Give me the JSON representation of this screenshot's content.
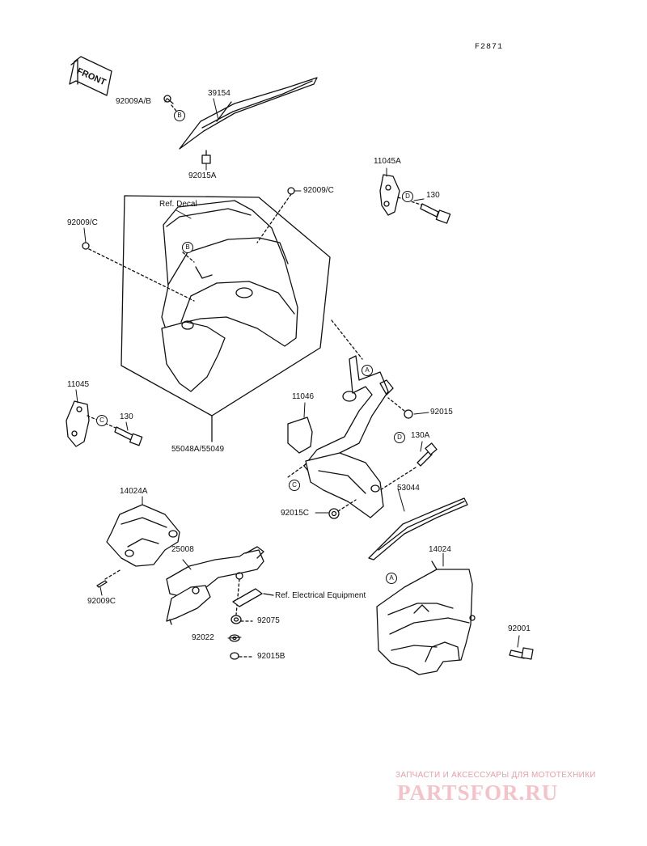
{
  "figure_code": "F2871",
  "front_label": "FRONT",
  "callouts": {
    "p39154": "39154",
    "p92009ab": "92009A/B",
    "p92015a": "92015A",
    "p11045a": "11045A",
    "p92009c_top": "92009/C",
    "p130_top": "130",
    "ref_decal": "Ref. Decal",
    "p92009c_left": "92009/C",
    "p11045": "11045",
    "p130_left": "130",
    "p55048": "55048A/55049",
    "p11046": "11046",
    "p92015": "92015",
    "p130a": "130A",
    "p53044": "53044",
    "p92015c": "92015C",
    "p14024a": "14024A",
    "p25008": "25008",
    "ref_elec": "Ref. Electrical Equipment",
    "p92009c_bot": "92009C",
    "p92075": "92075",
    "p92022": "92022",
    "p92015b": "92015B",
    "p14024": "14024",
    "p92001": "92001"
  },
  "markers": {
    "b1": "B",
    "b2": "B",
    "d1": "D",
    "c1": "C",
    "a1": "A",
    "d2": "D",
    "c2": "C",
    "a2": "A"
  },
  "watermark": {
    "line1": "ЗАПЧАСТИ И АКСЕССУАРЫ ДЛЯ МОТОТЕХНИКИ",
    "line2": "PARTSFOR.RU"
  }
}
